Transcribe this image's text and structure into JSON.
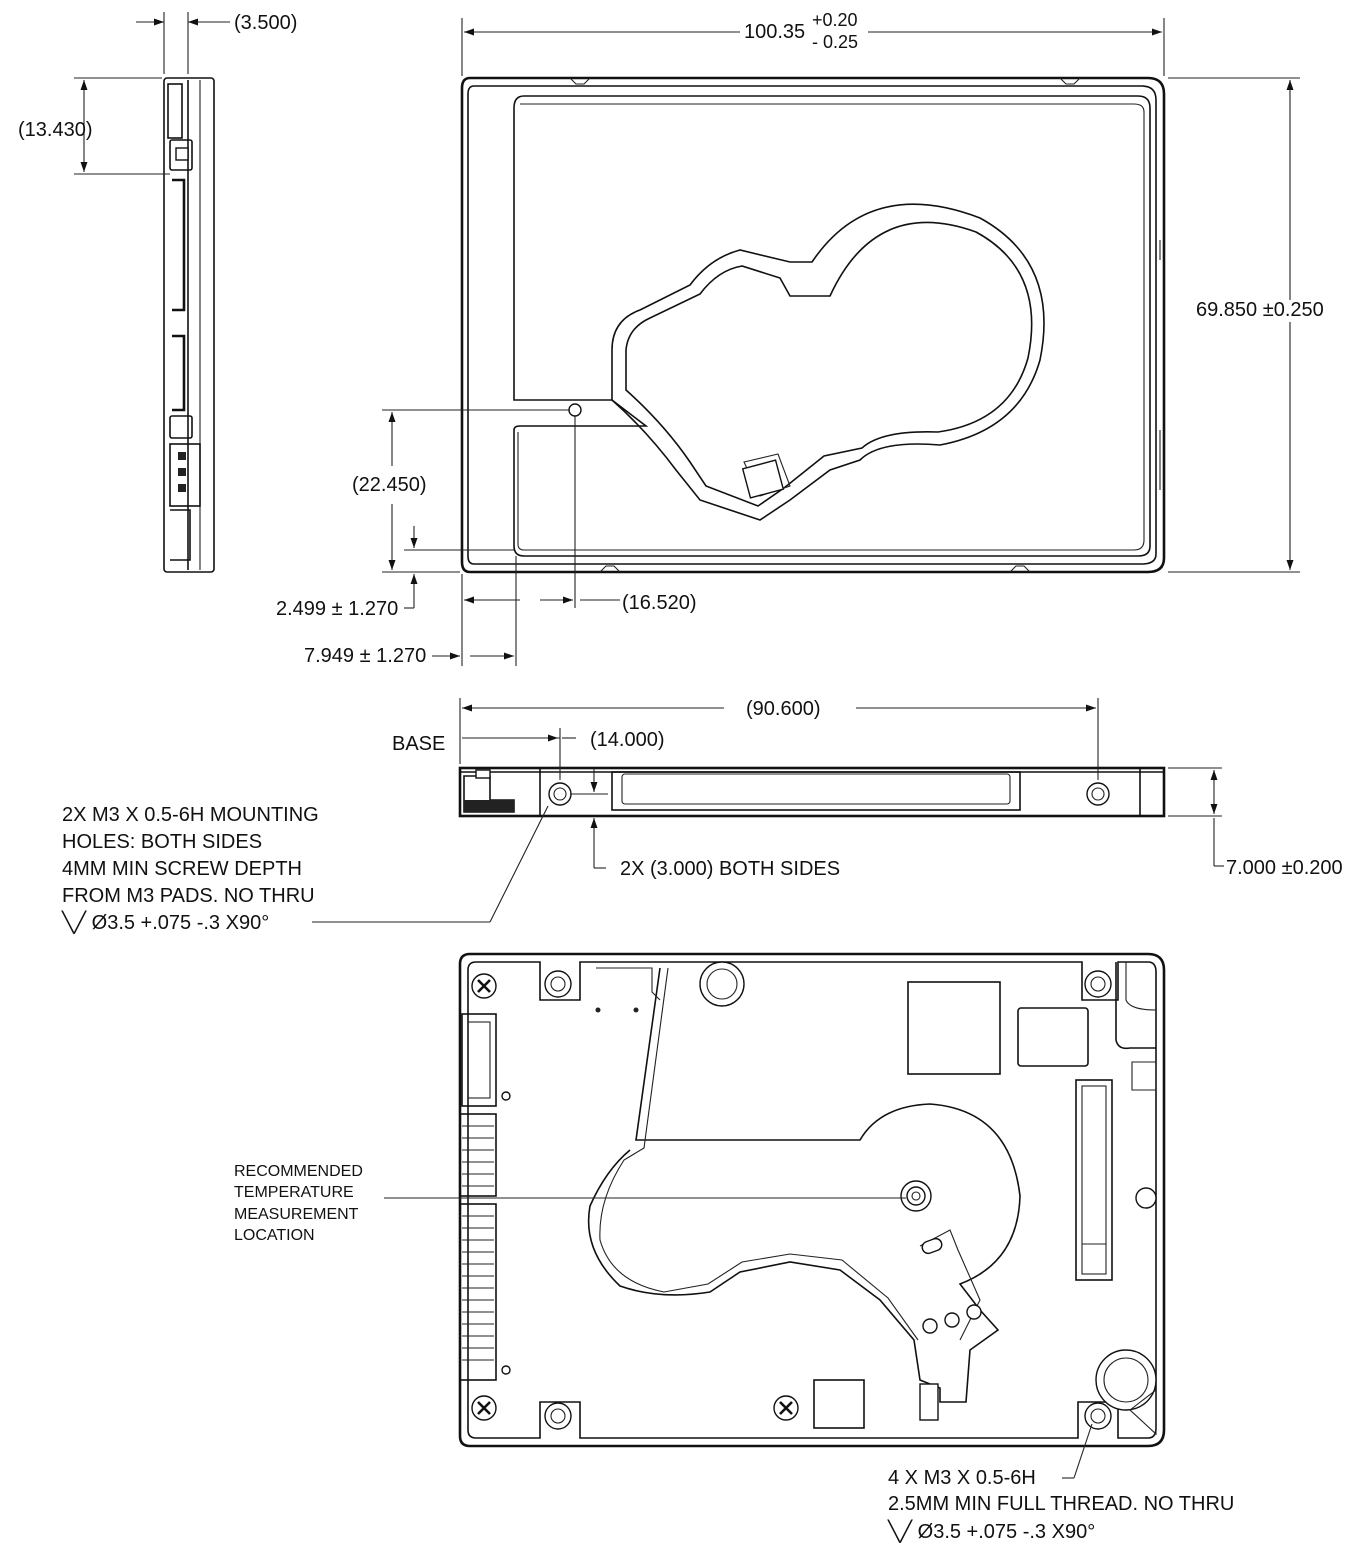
{
  "side_view": {
    "dim_thickness_ref": "(3.500)",
    "dim_connector_offset": "(13.430)"
  },
  "top_view": {
    "dim_length_nominal": "100.35",
    "dim_length_tol_plus": "+0.20",
    "dim_length_tol_minus": "- 0.25",
    "dim_width": "69.850 ±0.250",
    "dim_hole_height": "(22.450)",
    "dim_edge_offset": "2.499 ± 1.270",
    "dim_hole_x": "(16.520)",
    "dim_pad_offset": "7.949 ± 1.270"
  },
  "front_view": {
    "dim_hole_spacing": "(90.600)",
    "base_label": "BASE",
    "dim_first_hole": "(14.000)",
    "dim_hole_height": "2X (3.000) BOTH SIDES",
    "dim_thickness": "7.000 ±0.200",
    "mounting_note": [
      "2X M3 X 0.5-6H MOUNTING",
      "HOLES: BOTH SIDES",
      "4MM MIN SCREW DEPTH",
      "FROM M3 PADS. NO THRU",
      "╲╱  Ø3.5 +.075 -.3 X90°"
    ]
  },
  "bottom_view": {
    "temp_note": [
      "RECOMMENDED",
      "TEMPERATURE",
      "MEASUREMENT",
      "LOCATION"
    ],
    "bottom_mounting_note": [
      "4 X M3 X 0.5-6H",
      "2.5MM MIN FULL THREAD. NO THRU",
      "╲╱  Ø3.5 +.075 -.3 X90°"
    ]
  },
  "colors": {
    "line": "#111111",
    "background": "#ffffff"
  }
}
